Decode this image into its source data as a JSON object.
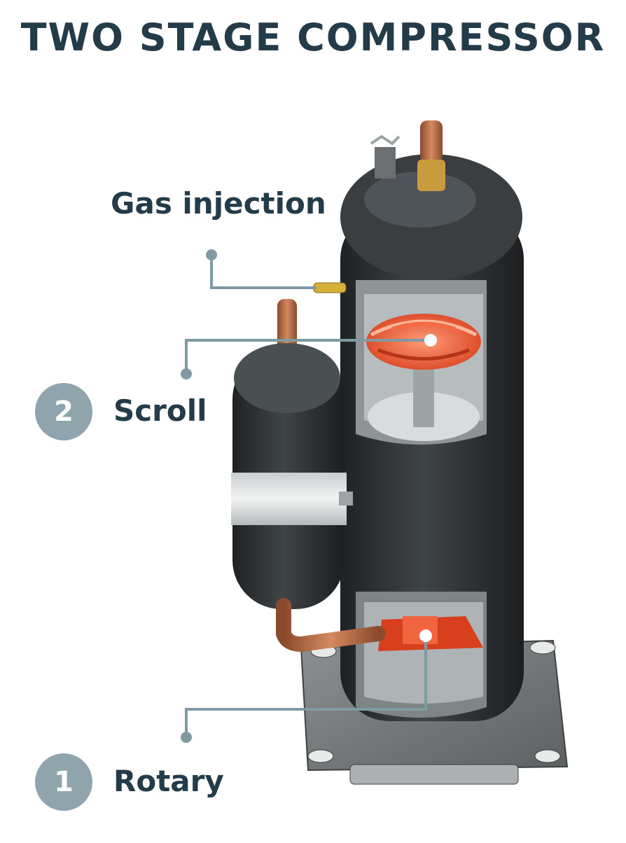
{
  "title": "TWO STAGE COMPRESSOR",
  "labels": {
    "gas_injection": "Gas injection",
    "scroll": "Scroll",
    "rotary": "Rotary"
  },
  "badges": {
    "scroll": "2",
    "rotary": "1"
  },
  "colors": {
    "title_text": "#243b4a",
    "badge_fill": "#8fa4ac",
    "leader_line": "#7f9aa3",
    "shell_dark": "#2e3134",
    "copper": "#b86b45",
    "scroll_red": "#e8522e"
  }
}
